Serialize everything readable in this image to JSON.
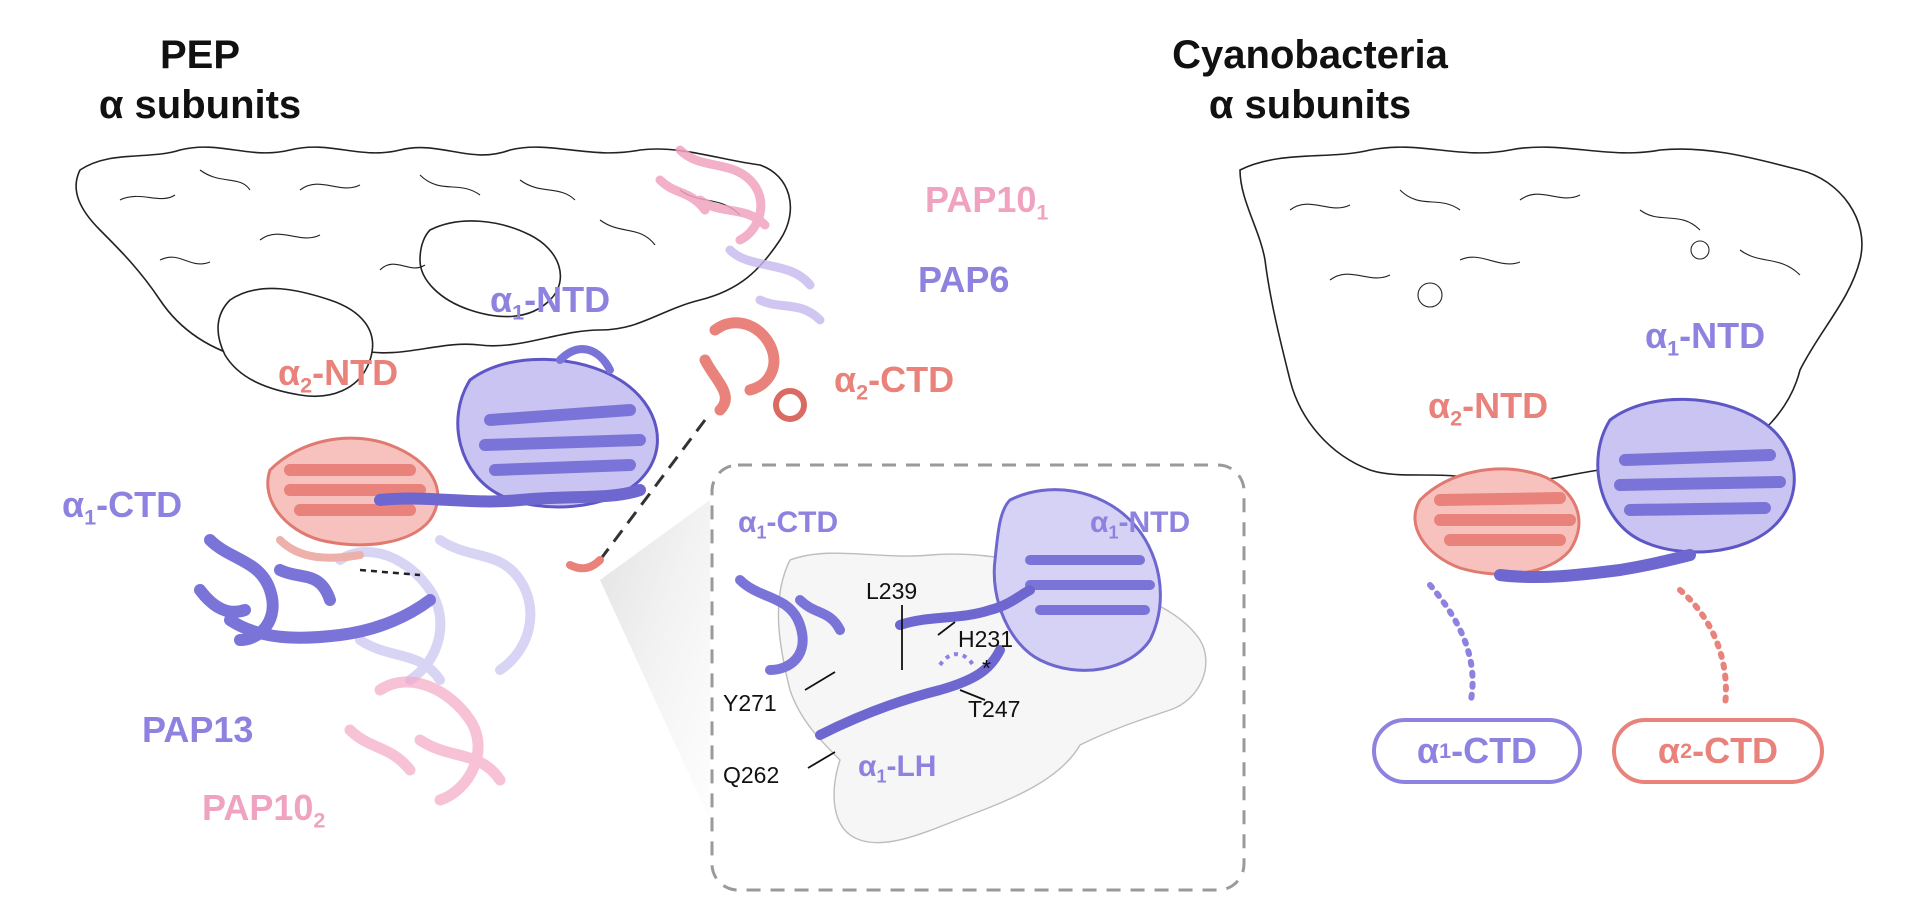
{
  "left_panel": {
    "title_line1": "PEP",
    "title_line2": "α subunits",
    "labels": {
      "pap10_1": "PAP10",
      "pap10_1_sub": "1",
      "pap6": "PAP6",
      "a1_ntd_prefix": "α",
      "a1_ntd_sub": "1",
      "a1_ntd_suffix": "-NTD",
      "a2_ntd_prefix": "α",
      "a2_ntd_sub": "2",
      "a2_ntd_suffix": "-NTD",
      "a2_ctd_prefix": "α",
      "a2_ctd_sub": "2",
      "a2_ctd_suffix": "-CTD",
      "a1_ctd_prefix": "α",
      "a1_ctd_sub": "1",
      "a1_ctd_suffix": "-CTD",
      "pap13": "PAP13",
      "pap10_2": "PAP10",
      "pap10_2_sub": "2"
    }
  },
  "inset": {
    "labels": {
      "a1_ctd_prefix": "α",
      "a1_ctd_sub": "1",
      "a1_ctd_suffix": "-CTD",
      "a1_ntd_prefix": "α",
      "a1_ntd_sub": "1",
      "a1_ntd_suffix": "-NTD",
      "a1_lh_prefix": "α",
      "a1_lh_sub": "1",
      "a1_lh_suffix": "-LH"
    },
    "residues": {
      "l239": "L239",
      "h231": "H231",
      "y271": "Y271",
      "t247": "T247",
      "q262": "Q262",
      "asterisk": "*"
    }
  },
  "right_panel": {
    "title_line1": "Cyanobacteria",
    "title_line2": "α subunits",
    "labels": {
      "a1_ntd_prefix": "α",
      "a1_ntd_sub": "1",
      "a1_ntd_suffix": "-NTD",
      "a2_ntd_prefix": "α",
      "a2_ntd_sub": "2",
      "a2_ntd_suffix": "-NTD"
    },
    "pills": {
      "a1_ctd_prefix": "α",
      "a1_ctd_sub": "1",
      "a1_ctd_suffix": "-CTD",
      "a2_ctd_prefix": "α",
      "a2_ctd_sub": "2",
      "a2_ctd_suffix": "-CTD"
    }
  },
  "colors": {
    "alpha1": "#7b74d8",
    "alpha2": "#e8827a",
    "pap10": "#f0a3c0",
    "surface_outline": "#222222",
    "inset_border": "#9a9a9a"
  }
}
